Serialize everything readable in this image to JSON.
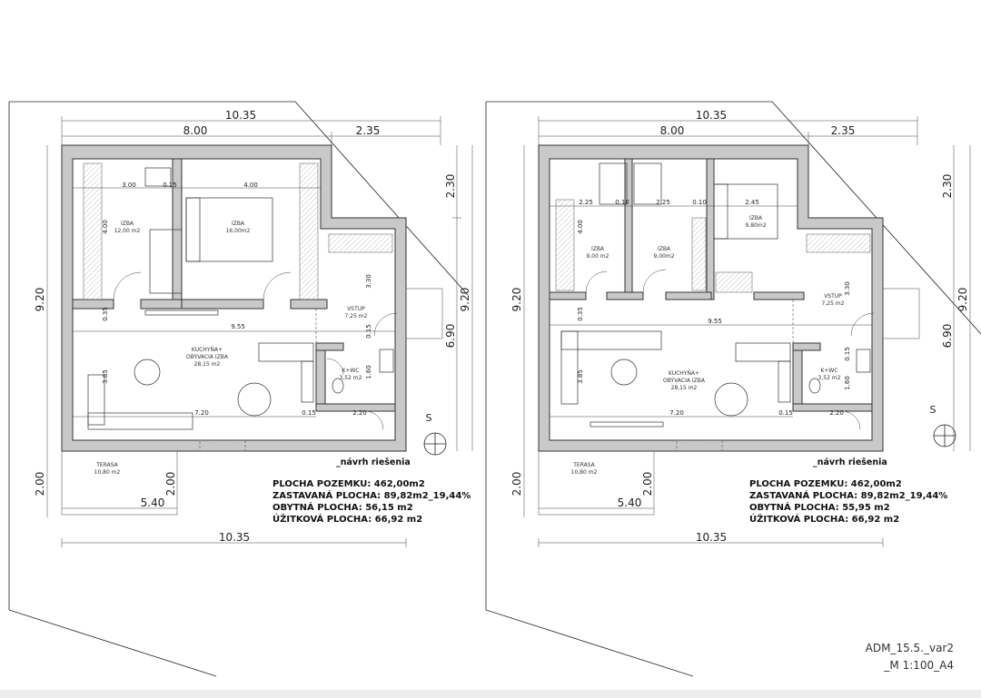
{
  "plans": [
    {
      "dims": {
        "top_total": "10.35",
        "top_a": "8.00",
        "top_b": "2.35",
        "left_total": "9.20",
        "right_total": "9.20",
        "right_a": "2.30",
        "right_b": "6.90",
        "bottom_total": "10.35",
        "terasa_w": "5.40",
        "terasa_h": "2.00",
        "terasa_h2": "2.00",
        "hall": "9.55",
        "r1": "3.00",
        "r1b": "0.15",
        "r2": "4.00",
        "v1": "4.00",
        "v2": "3.30",
        "v3": "1.60",
        "v4": "0.15",
        "v5": "0.35",
        "v6": "3.85",
        "k1": "7.20",
        "k2": "0.15",
        "k3": "2.20"
      },
      "rooms": {
        "r1_name": "IZBA",
        "r1_area": "12,00 m2",
        "r2_name": "IZBA",
        "r2_area": "16,00m2",
        "r3_name": "",
        "r3_area": "",
        "vstup_name": "VSTUP",
        "vstup_area": "7,25 m2",
        "kitchen_name": "KUCHYŇA+",
        "kitchen_name2": "OBÝVACIA IZBA",
        "kitchen_area": "28,15 m2",
        "wc_name": "K+WC",
        "wc_area": "3,52 m2",
        "terasa_name": "TERASA",
        "terasa_area": "10,80 m2"
      },
      "label": "_návrh riešenia",
      "north": "S",
      "stats": [
        "PLOCHA POZEMKU: 462,00m2",
        "ZASTAVANÁ PLOCHA: 89,82m2_19,44%",
        "OBYTNÁ PLOCHA: 56,15 m2",
        "ÚŽITKOVÁ PLOCHA: 66,92 m2"
      ]
    },
    {
      "dims": {
        "top_total": "10.35",
        "top_a": "8.00",
        "top_b": "2.35",
        "left_total": "9.20",
        "right_total": "9.20",
        "right_a": "2.30",
        "right_b": "6.90",
        "bottom_total": "10.35",
        "terasa_w": "5.40",
        "terasa_h": "2.00",
        "terasa_h2": "2.00",
        "hall": "9.55",
        "r1": "2.25",
        "r1b": "0.10",
        "r2": "2.25",
        "r2b": "0.10",
        "r3": "2.45",
        "v1": "4.00",
        "v2": "3.30",
        "v3": "1.60",
        "v4": "0.15",
        "v5": "0.35",
        "v6": "3.85",
        "k1": "7.20",
        "k2": "0.15",
        "k3": "2.20"
      },
      "rooms": {
        "r1_name": "IZBA",
        "r1_area": "9,00 m2",
        "r2_name": "IZBA",
        "r2_area": "9,00m2",
        "r3_name": "IZBA",
        "r3_area": "9,80m2",
        "vstup_name": "VSTUP",
        "vstup_area": "7,25 m2",
        "kitchen_name": "KUCHYŇA+",
        "kitchen_name2": "OBÝVACIA IZBA",
        "kitchen_area": "28,15 m2",
        "wc_name": "K+WC",
        "wc_area": "3,52 m2",
        "terasa_name": "TERASA",
        "terasa_area": "10,80 m2"
      },
      "label": "_návrh riešenia",
      "north": "S",
      "stats": [
        "PLOCHA POZEMKU: 462,00m2",
        "ZASTAVANÁ PLOCHA: 89,82m2_19,44%",
        "OBYTNÁ PLOCHA: 55,95 m2",
        "ÚŽITKOVÁ PLOCHA: 66,92 m2"
      ]
    }
  ],
  "footer": {
    "line1": "ADM_15.5._var2",
    "line2": "_M 1:100_A4"
  }
}
